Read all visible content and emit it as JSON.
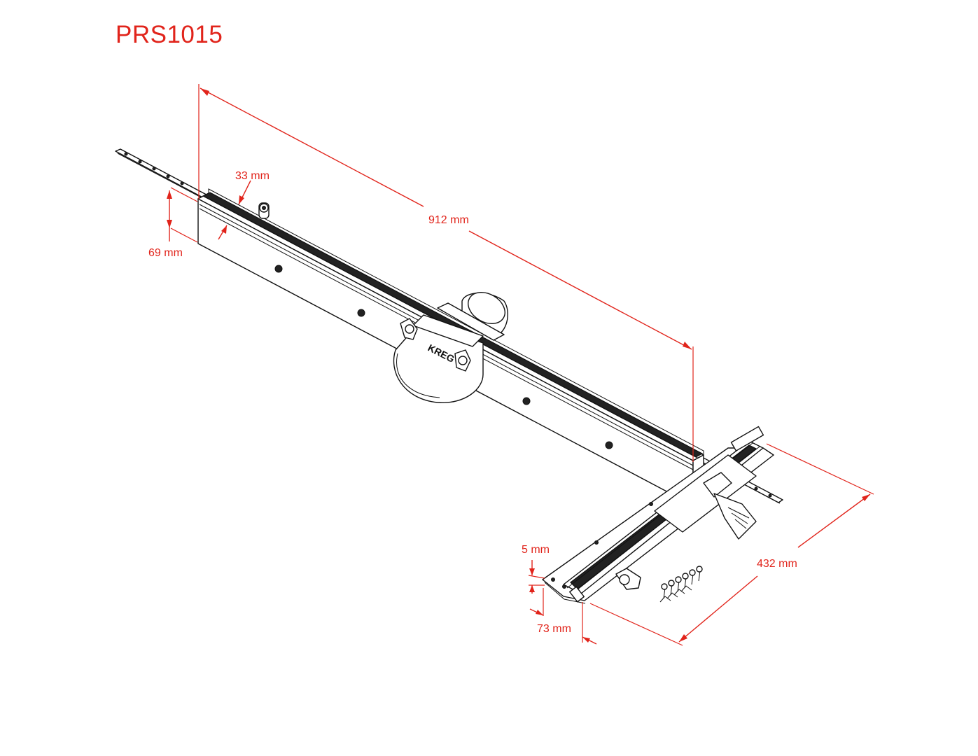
{
  "title": "PRS1015",
  "accent_color": "#e1241b",
  "line_color": "#111111",
  "dimensions": {
    "fence_length": "912 mm",
    "fence_height": "69 mm",
    "track_width": "33 mm",
    "rail_length": "432 mm",
    "rail_thickness": "5 mm",
    "rail_width": "73 mm"
  }
}
